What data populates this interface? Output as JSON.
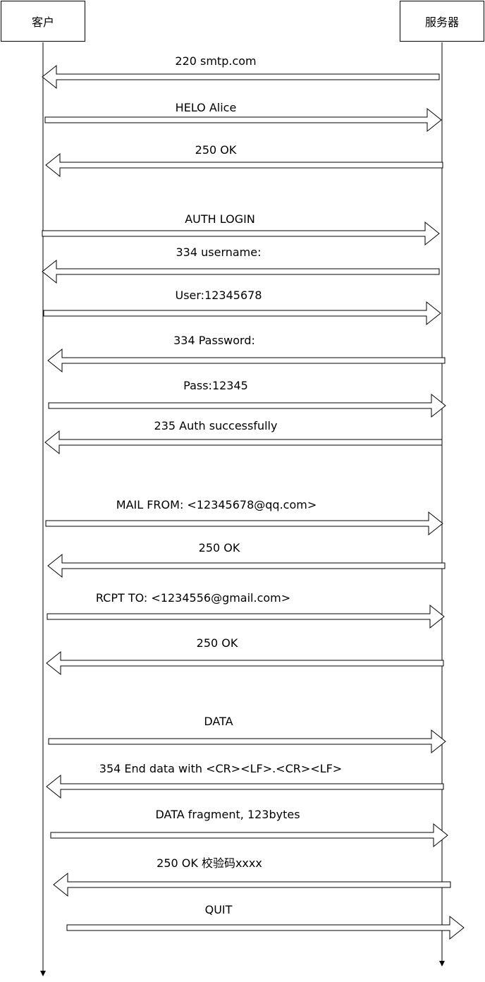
{
  "participants": {
    "client": "客户",
    "server": "服务器"
  },
  "messages": [
    {
      "label": "220 smtp.com",
      "direction": "to-client"
    },
    {
      "label": "HELO Alice",
      "direction": "to-server"
    },
    {
      "label": "250 OK",
      "direction": "to-client"
    },
    {
      "label": "AUTH LOGIN",
      "direction": "to-server"
    },
    {
      "label": "334 username:",
      "direction": "to-client"
    },
    {
      "label": "User:12345678",
      "direction": "to-server"
    },
    {
      "label": "334 Password:",
      "direction": "to-client"
    },
    {
      "label": "Pass:12345",
      "direction": "to-server"
    },
    {
      "label": "235 Auth successfully",
      "direction": "to-client"
    },
    {
      "label": "MAIL FROM: <12345678@qq.com>",
      "direction": "to-server"
    },
    {
      "label": "250 OK",
      "direction": "to-client"
    },
    {
      "label": "RCPT TO: <1234556@gmail.com>",
      "direction": "to-server"
    },
    {
      "label": "250 OK",
      "direction": "to-client"
    },
    {
      "label": "DATA",
      "direction": "to-server"
    },
    {
      "label": "354 End data with <CR><LF>.<CR><LF>",
      "direction": "to-client"
    },
    {
      "label": "DATA fragment, 123bytes",
      "direction": "to-server"
    },
    {
      "label": "250 OK 校验码xxxx",
      "direction": "to-client"
    },
    {
      "label": "QUIT",
      "direction": "to-server"
    }
  ]
}
